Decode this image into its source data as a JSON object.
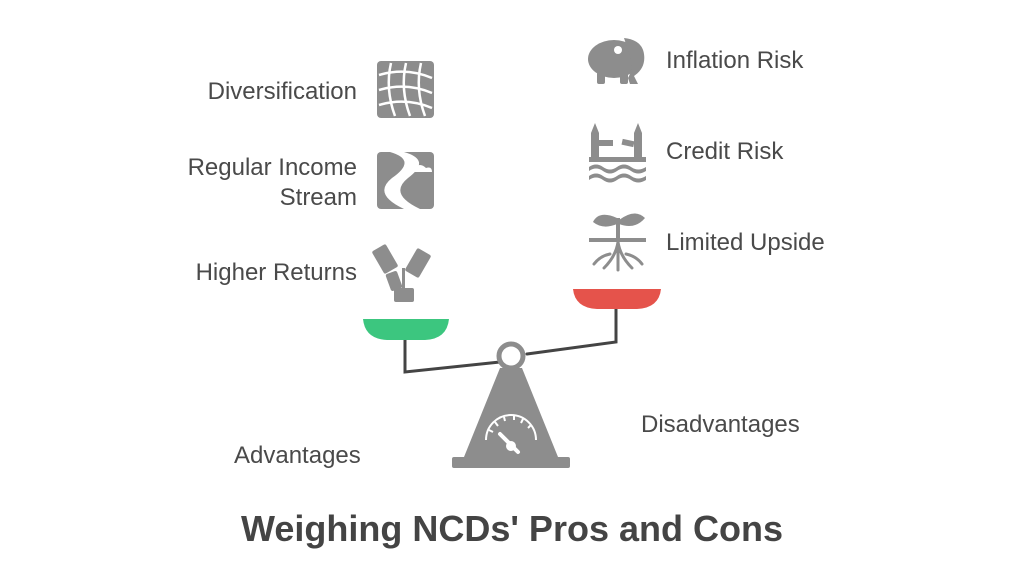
{
  "title": "Weighing NCDs' Pros and Cons",
  "advantages": {
    "label": "Advantages",
    "items": [
      "Diversification",
      "Regular Income Stream",
      "Higher Returns"
    ]
  },
  "disadvantages": {
    "label": "Disadvantages",
    "items": [
      "Inflation Risk",
      "Credit Risk",
      "Limited Upside"
    ]
  },
  "icons": {
    "diversification": "grid-icon",
    "regular_income": "winding-road-icon",
    "higher_returns": "money-plant-icon",
    "inflation": "piggy-bank-icon",
    "credit": "broken-bridge-icon",
    "limited_upside": "sprout-roots-icon",
    "fulcrum": "gauge-icon"
  },
  "colors": {
    "advantages_pan": "#3cc67f",
    "disadvantages_pan": "#e5534b",
    "icon_gray": "#8d8d8d",
    "text": "#4a4a4a"
  }
}
